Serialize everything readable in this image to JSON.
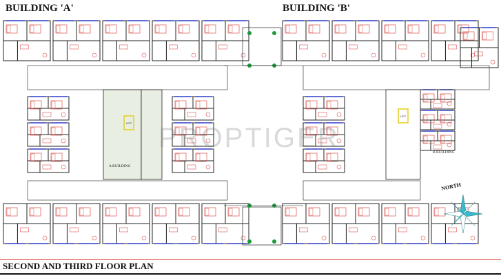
{
  "titles": {
    "building_a": "BUILDING 'A'",
    "building_b": "BUILDING 'B'",
    "plan": "SECOND AND THIRD FLOOR PLAN"
  },
  "labels": {
    "a_building": "A BUILDING",
    "b_building": "B BUILDING",
    "north": "NORTH",
    "lift": "LIFT",
    "watermark": "PROPTIGER"
  },
  "colors": {
    "wall": "#222222",
    "furniture": "#d9534f",
    "window": "#2d3dc8",
    "lift_highlight": "#e6d02a",
    "landscape": "#1a9a3a",
    "core_fill": "#e8efe2",
    "compass": "#39b9c9"
  }
}
